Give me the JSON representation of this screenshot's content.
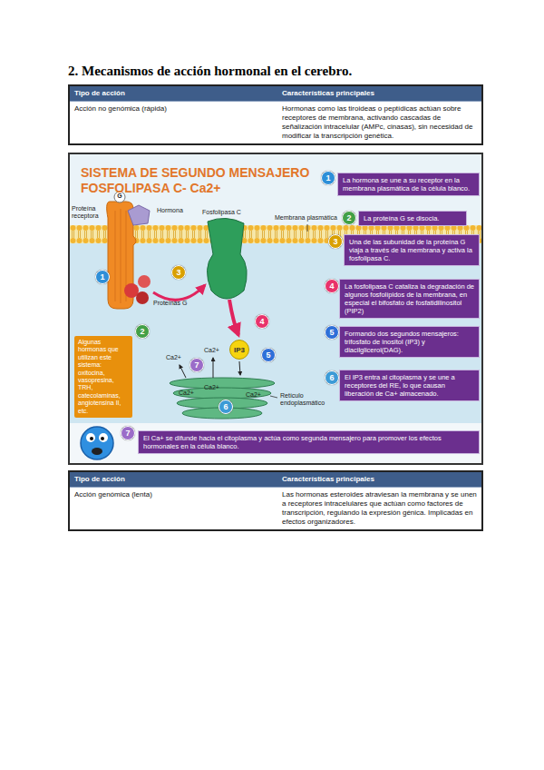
{
  "diagram": {
    "title": "2. Mecanismos de acción hormonal en el cerebro.",
    "nodes": [
      {
        "text": [
          "SISTEMA DE SEGUNDO MENSAJERO FOSFOLIPASA C- Ca2+"
        ]
      },
      {
        "text": [
          "1"
        ],
        "in": 0
      },
      {
        "text": [
          "2"
        ],
        "in": 0
      },
      {
        "text": [
          "3"
        ],
        "in": 0
      },
      {
        "text": [
          "4"
        ],
        "in": 0
      },
      {
        "text": [
          "5"
        ],
        "in": 0
      },
      {
        "text": [
          "6"
        ],
        "in": 0
      },
      {
        "text": [
          "7"
        ],
        "in": 0
      },
      {
        "text": [
          "IP3"
        ],
        "in": 0
      },
      {
        "text": [
          "Algunas hormonas que utilizan este sistema: oxitocina, vasopresina, TRH, catecolaminas, angiotensina II, etc."
        ],
        "in": 0
      },
      {
        "text": [
          "1"
        ],
        "in": 0
      },
      {
        "text": [
          "La hormona se une a su receptor en la membrana plasmática de la célula blanco."
        ],
        "in": 0
      },
      {
        "text": [
          "2"
        ],
        "in": 0
      },
      {
        "text": [
          "La proteína G se disocia."
        ],
        "in": 0
      },
      {
        "text": [
          "3"
        ],
        "in": 0
      },
      {
        "text": [
          "Una de las subunidad de la proteína G viaja a través de la membrana y activa la fosfolipasa C."
        ],
        "in": 0
      },
      {
        "text": [
          "4"
        ],
        "in": 0
      },
      {
        "text": [
          "La fosfolipasa C cataliza la degradación de algunos fosfolípidos de la membrana, en especial el bifosfato de fosfatidilinositol (PIP2)"
        ],
        "in": 0
      },
      {
        "text": [
          "5"
        ],
        "in": 0
      },
      {
        "text": [
          "Formando dos segundos mensajeros: trifosfato de inositol (IP3) y diacilglicerol(DAG)."
        ],
        "in": 0
      },
      {
        "text": [
          "6"
        ],
        "in": 0
      },
      {
        "text": [
          "El IP3 entra al citoplasma y se une a receptores del RE, lo que causan liberación de Ca+ almacenado."
        ],
        "in": 0
      },
      {
        "text": [
          "7"
        ],
        "in": 0
      },
      {
        "text": [
          "El Ca+ se difunde hacia el citoplasma y actúa como segunda mensajero para promover los efectos hormonales en la célula blanco."
        ],
        "in": 0
      }
    ],
    "labels": [
      "Tipo de acción",
      "Características principales",
      "Acción no genómica (rápida)",
      "Hormonas como las tiroideas o peptídicas actúan sobre receptores de membrana, activando cascadas de señalización intracelular (AMPc, cinasas), sin necesidad de modificar la transcripción genética.",
      "Tipo de acción",
      "Características principales",
      "Acción genómica (lenta)",
      "Las hormonas esteroides atraviesan la membrana y se unen a receptores intracelulares que actúan como factores de transcripción, regulando la expresión génica. Implicadas en efectos organizadores.",
      "Proteína receptora",
      "G",
      "Hormona",
      "Fosfolipasa C",
      "Membrana plasmática",
      "Proteínas G",
      "Retículo endoplasmático",
      "Ca2+",
      "Ca2+",
      "Ca2+",
      "Ca2+",
      "Ca2+"
    ]
  }
}
